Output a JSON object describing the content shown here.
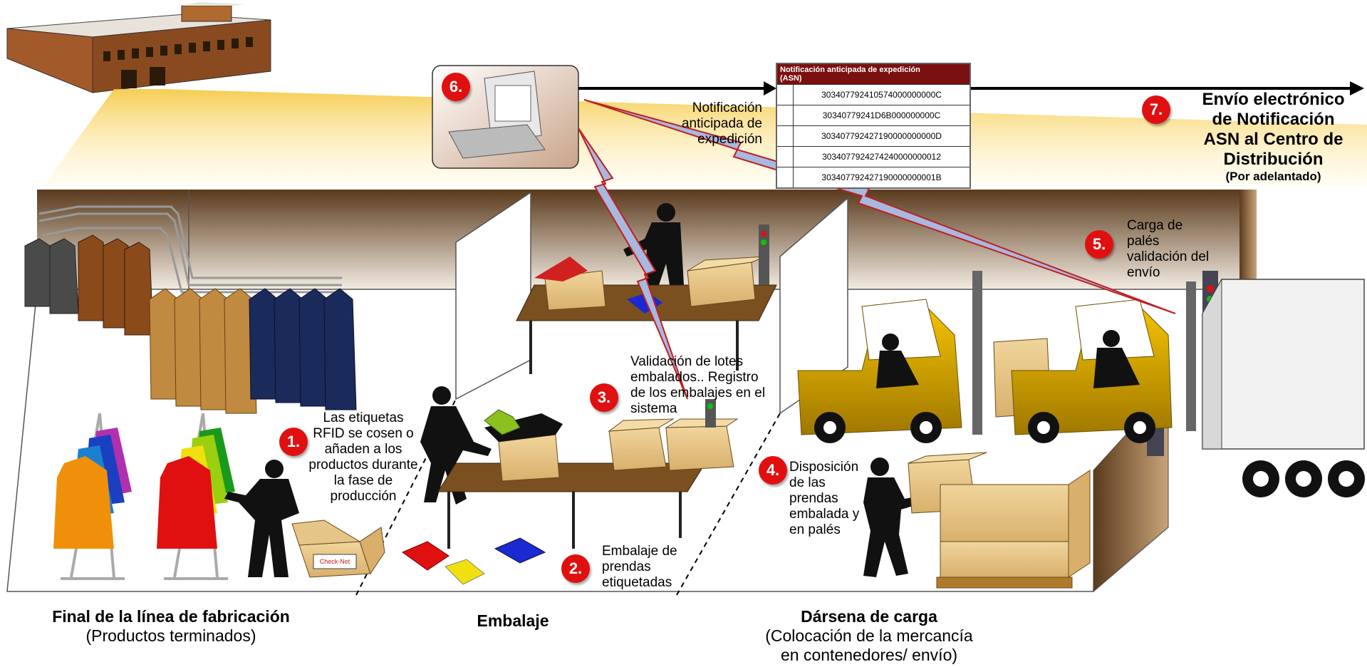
{
  "steps": {
    "s1": {
      "num": "1.",
      "text": [
        "Las etiquetas",
        "RFID se cosen o",
        "añaden a los",
        "productos durante",
        "la fase de",
        "producción"
      ]
    },
    "s2": {
      "num": "2.",
      "text": [
        "Embalaje de",
        "prendas",
        "etiquetadas"
      ]
    },
    "s3": {
      "num": "3.",
      "text": [
        "Validación de lotes",
        "embalados.. Registro",
        "de los embalajes en el",
        "sistema"
      ]
    },
    "s4": {
      "num": "4.",
      "text": [
        "Disposición",
        "de las",
        "prendas",
        "embalada y",
        "en palés"
      ]
    },
    "s5": {
      "num": "5.",
      "text": [
        "Carga de",
        "palés",
        "validación del",
        "envío"
      ]
    },
    "s6": {
      "num": "6."
    },
    "s7": {
      "num": "7.",
      "text": [
        "Envío electrónico",
        "de Notificación",
        "ASN al Centro de",
        "Distribución"
      ],
      "sub": "(Por adelantado)"
    }
  },
  "asn_label": [
    "Notificación",
    "anticipada de",
    "expedición"
  ],
  "asn_table": {
    "header": [
      "Notificación anticipada de expedición",
      "(ASN)"
    ],
    "rows": [
      "303407792410574000000000C",
      "30340779241D6B000000000C",
      "303407792427190000000000D",
      "3034077924274240000000012",
      "303407792427190000000001B"
    ]
  },
  "zones": {
    "fabricacion": {
      "title": "Final de la línea de fabricación",
      "sub": "(Productos terminados)"
    },
    "embalaje": {
      "title": "Embalaje"
    },
    "darsena": {
      "title": "Dársena de carga",
      "sub": [
        "(Colocación de la mercancía",
        "en contenedores/ envío)"
      ]
    }
  },
  "box_logo": "Check-Net",
  "colors": {
    "step": "#e01010",
    "wall": "#6b4a2a",
    "box": "#e8c88a",
    "forklift": "#d9a400",
    "navy": "#1a2a5a"
  }
}
